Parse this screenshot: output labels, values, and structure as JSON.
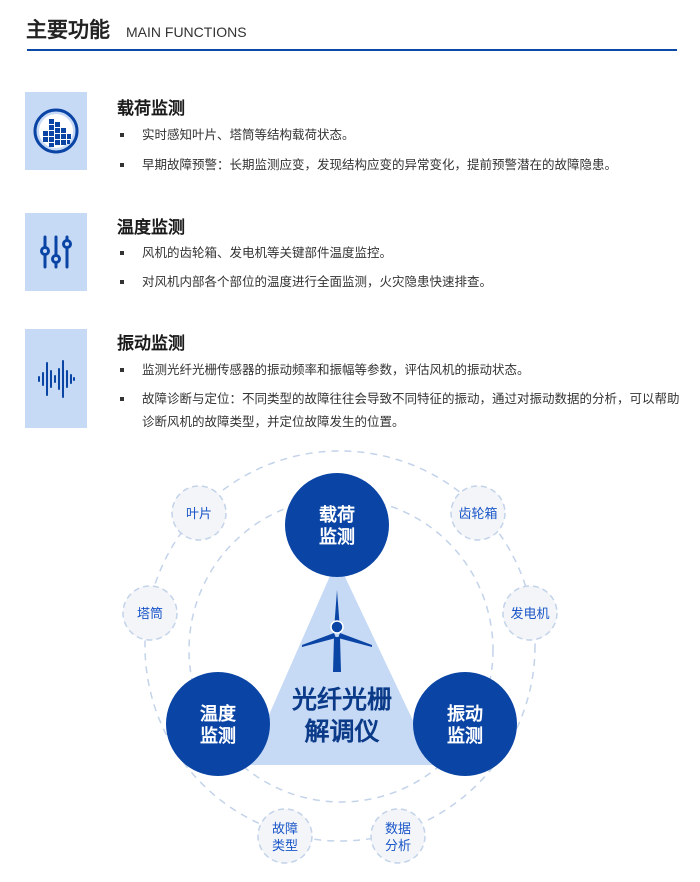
{
  "header": {
    "title_cn": "主要功能",
    "title_en": "MAIN FUNCTIONS"
  },
  "sections": [
    {
      "title": "载荷监测",
      "icon": "load-chart-icon",
      "bullets": [
        "实时感知叶片、塔筒等结构载荷状态。",
        "早期故障预警：长期监测应变，发现结构应变的异常变化，提前预警潜在的故障隐患。"
      ]
    },
    {
      "title": "温度监测",
      "icon": "sliders-icon",
      "bullets": [
        "风机的齿轮箱、发电机等关键部件温度监控。",
        "对风机内部各个部位的温度进行全面监测，火灾隐患快速排查。"
      ]
    },
    {
      "title": "振动监测",
      "icon": "sound-wave-icon",
      "bullets": [
        "监测光纤光栅传感器的振动频率和振幅等参数，评估风机的振动状态。",
        "故障诊断与定位：不同类型的故障往往会导致不同特征的振动，通过对振动数据的分析，可以帮助诊断风机的故障类型，并定位故障发生的位置。"
      ]
    }
  ],
  "diagram": {
    "center": [
      "光纤光栅",
      "解调仪"
    ],
    "main": [
      [
        "载荷",
        "监测"
      ],
      [
        "温度",
        "监测"
      ],
      [
        "振动",
        "监测"
      ]
    ],
    "items": [
      [
        "叶片"
      ],
      [
        "齿轮箱"
      ],
      [
        "塔筒"
      ],
      [
        "发电机"
      ],
      [
        "故障",
        "类型"
      ],
      [
        "数据",
        "分析"
      ]
    ]
  },
  "colors": {
    "primary": "#0a45a5",
    "light": "#c6d9f5",
    "accent_text": "#1a56c8"
  }
}
